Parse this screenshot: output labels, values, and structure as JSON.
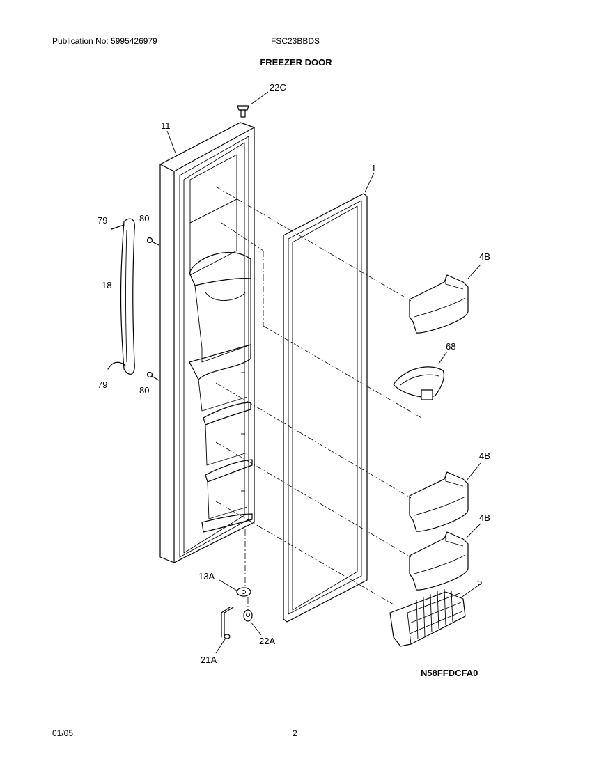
{
  "header": {
    "publication": "Publication No: 5995426979",
    "model": "FSC23BBDS",
    "title": "FREEZER DOOR"
  },
  "callouts": [
    "22C",
    "11",
    "1",
    "79",
    "80",
    "18",
    "4B",
    "68",
    "79",
    "80",
    "4B",
    "4B",
    "5",
    "13A",
    "22A",
    "21A"
  ],
  "diagram_code": "N58FFDCFA0",
  "footer": {
    "date": "01/05",
    "page": "2"
  }
}
